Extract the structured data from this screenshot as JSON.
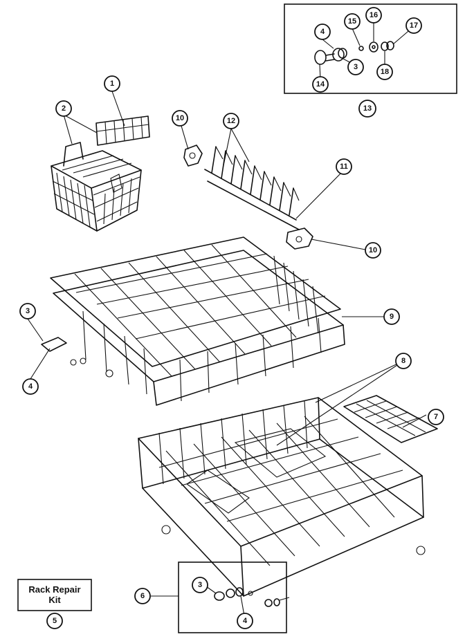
{
  "callouts": {
    "c1": "1",
    "c2": "2",
    "c3a": "3",
    "c4a": "4",
    "c3b": "3",
    "c4b": "4",
    "c3c": "3",
    "c4c": "4",
    "c5": "5",
    "c6": "6",
    "c7": "7",
    "c8": "8",
    "c9": "9",
    "c10a": "10",
    "c10b": "10",
    "c11": "11",
    "c12": "12",
    "c13": "13",
    "c14": "14",
    "c15": "15",
    "c16": "16",
    "c17": "17",
    "c18": "18"
  },
  "kit_box": {
    "line1": "Rack Repair",
    "line2": "Kit"
  }
}
